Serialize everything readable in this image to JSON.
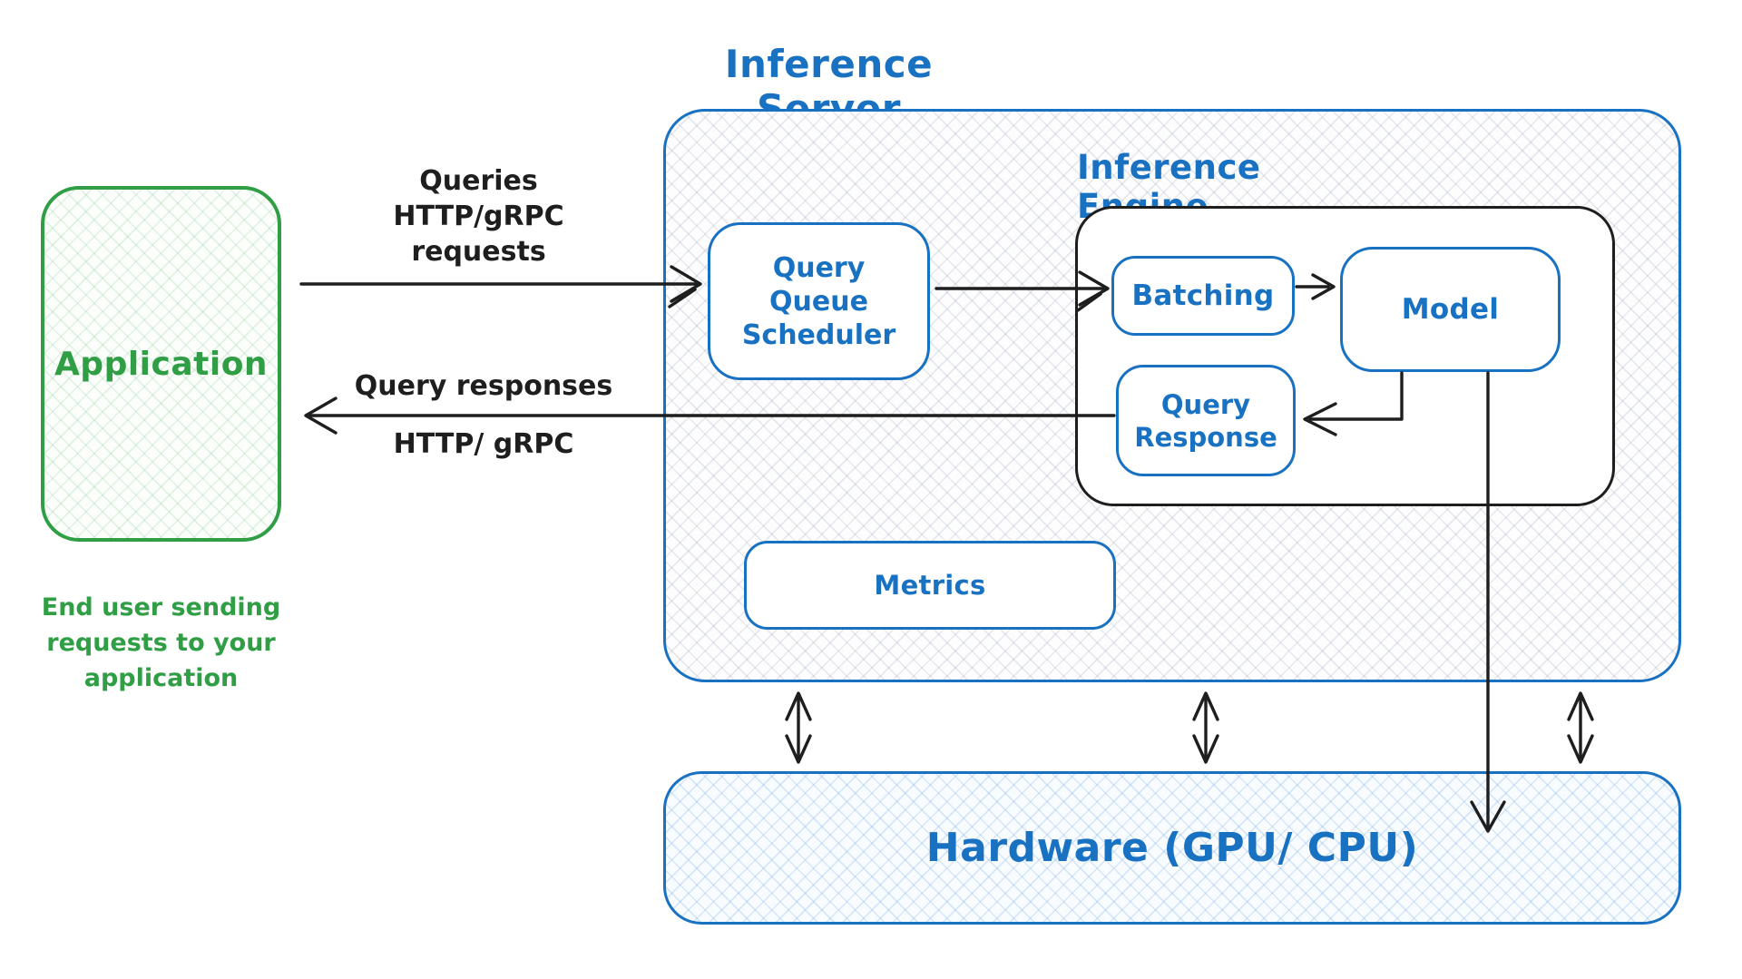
{
  "application": {
    "label": "Application",
    "caption": [
      "End user sending",
      "requests to your",
      "application"
    ]
  },
  "request_arrow": {
    "label_lines": [
      "Queries",
      "HTTP/gRPC",
      "requests"
    ]
  },
  "response_arrow": {
    "label_top": "Query responses",
    "label_bottom": "HTTP/ gRPC"
  },
  "inference_server": {
    "title": "Inference Server",
    "query_queue_scheduler_lines": [
      "Query",
      "Queue",
      "Scheduler"
    ],
    "metrics_label": "Metrics",
    "inference_engine": {
      "title": "Inference Engine",
      "batching_label": "Batching",
      "model_label": "Model",
      "query_response_lines": [
        "Query",
        "Response"
      ]
    }
  },
  "hardware": {
    "label": "Hardware (GPU/ CPU)"
  },
  "colors": {
    "green": "#2f9e44",
    "blue": "#1971c2",
    "ink": "#1e1e1e"
  }
}
